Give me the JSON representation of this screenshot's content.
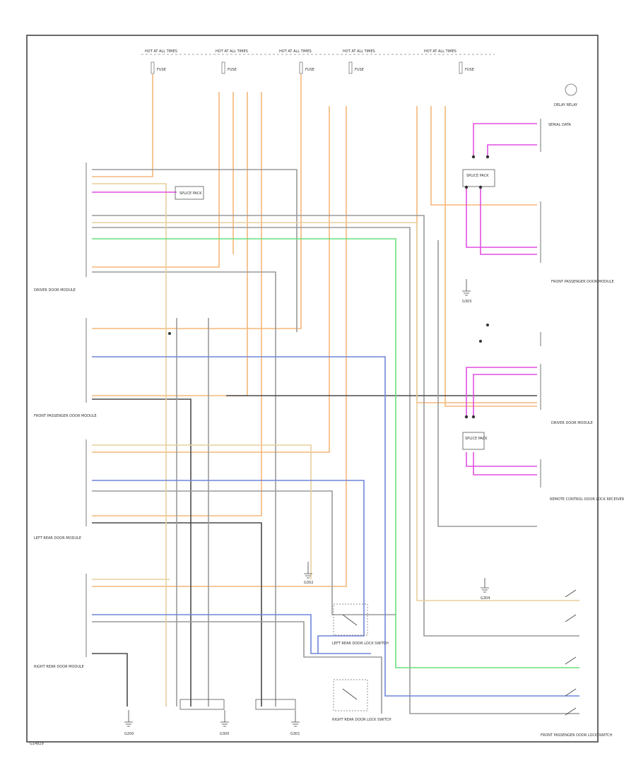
{
  "diagram": {
    "top_fuses": [
      "HOT AT ALL TIMES",
      "HOT AT ALL TIMES",
      "HOT AT ALL TIMES",
      "HOT AT ALL TIMES",
      "HOT AT ALL TIMES"
    ],
    "fuse_labels": [
      "FUSE",
      "FUSE",
      "FUSE",
      "FUSE",
      "FUSE"
    ],
    "modules_left": [
      "DRIVER DOOR MODULE",
      "FRONT PASSENGER DOOR MODULE",
      "LEFT REAR DOOR MODULE",
      "RIGHT REAR DOOR MODULE"
    ],
    "modules_right": [
      "DELAY RELAY",
      "FRONT PASSENGER DOOR MODULE",
      "DRIVER DOOR MODULE",
      "REMOTE CONTROL DOOR LOCK RECEIVER"
    ],
    "splice_labels": [
      "SPLICE PACK",
      "SPLICE PACK",
      "SPLICE PACK"
    ],
    "switch_labels": [
      "LEFT REAR DOOR LOCK SWITCH",
      "RIGHT REAR DOOR LOCK SWITCH",
      "FRONT PASSENGER DOOR LOCK SWITCH"
    ],
    "ground_labels": [
      "G200",
      "G300",
      "G301",
      "G302",
      "G303",
      "G304"
    ],
    "serial_label": "SERIAL DATA",
    "footer_code": "G14829"
  },
  "colors": {
    "orange": "#f5b77a",
    "grey": "#9a9a9a",
    "dark": "#4a4a4a",
    "blue": "#6f86d9",
    "green": "#66e07a",
    "magenta": "#e24fe2",
    "tan": "#e7cf9c"
  }
}
